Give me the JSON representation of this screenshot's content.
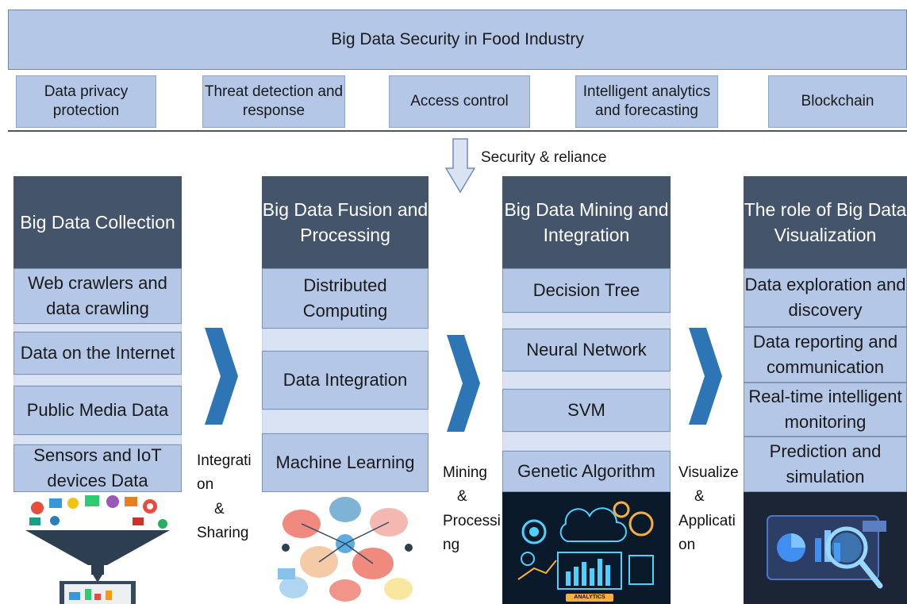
{
  "title": "Big Data Security in Food Industry",
  "security_aspects": [
    "Data privacy protection",
    "Threat detection and response",
    "Access control",
    "Intelligent analytics and forecasting",
    "Blockchain"
  ],
  "security_arrow_label": "Security & reliance",
  "stages": [
    {
      "title": "Big Data Collection",
      "items": [
        "Web crawlers and data crawling",
        "Data on the Internet",
        "Public Media Data",
        "Sensors and IoT devices Data"
      ]
    },
    {
      "title": "Big Data Fusion and Processing",
      "items": [
        "Distributed Computing",
        "Data Integration",
        "Machine Learning"
      ]
    },
    {
      "title": "Big Data Mining and Integration",
      "items": [
        "Decision Tree",
        "Neural Network",
        "SVM",
        "Genetic Algorithm"
      ]
    },
    {
      "title": "The role of Big Data Visualization",
      "items": [
        "Data exploration and discovery",
        "Data reporting and communication",
        "Real-time intelligent monitoring",
        "Prediction and simulation"
      ]
    }
  ],
  "transitions": [
    [
      "Integrati",
      "on",
      "&",
      "Sharing"
    ],
    [
      "Mining",
      "&",
      "Processi",
      "ng"
    ],
    [
      "Visualize",
      "&",
      "Applicati",
      "on"
    ]
  ],
  "image_labels": {
    "analytics_badge": "ANALYTICS"
  },
  "colors": {
    "light_blue": "#b4c7e7",
    "pale_blue": "#dae3f3",
    "header_slate": "#44546a",
    "chevron_blue": "#2e75b6",
    "analytics_bg": "#0b1a2a"
  },
  "icons": [
    "down-arrow-icon",
    "chevron-right-icon"
  ]
}
